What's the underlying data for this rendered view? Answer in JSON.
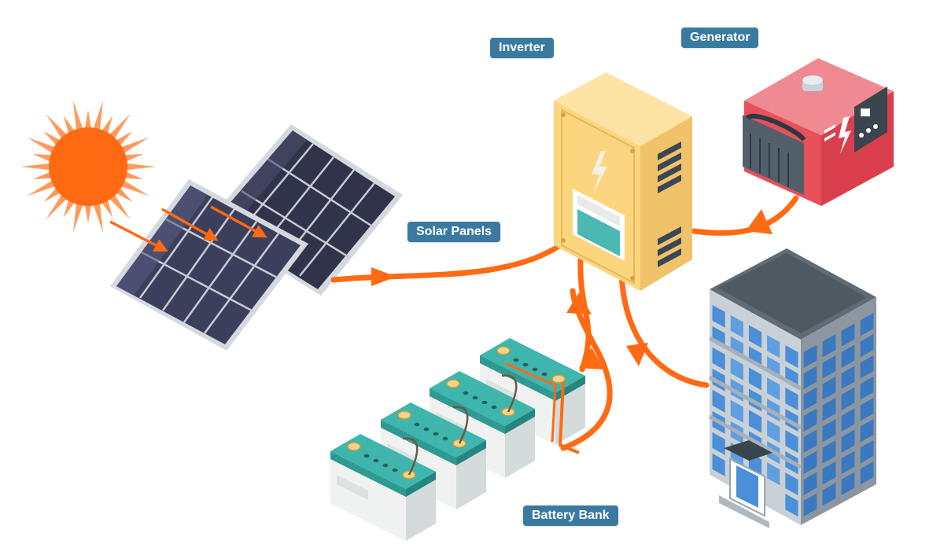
{
  "labels": {
    "inverter": "Inverter",
    "generator": "Generator",
    "solar_panels": "Solar Panels",
    "battery_bank": "Battery Bank"
  },
  "colors": {
    "flow": "#ff6a13",
    "sun": "#ff6a13",
    "sun_rays": "#ff9a5c",
    "panel_cell": "#3a3d55",
    "panel_frame": "#c8cbd3",
    "inverter_body": "#fbd67e",
    "generator_body": "#e8505b",
    "battery_body": "#f0f2f2",
    "battery_top": "#3fb6ad",
    "building": "#8c96a0",
    "building_window": "#4a8fd8",
    "label_bg": "#3a7aa0"
  },
  "icons": [
    "sun-icon",
    "solar-panels-icon",
    "inverter-icon",
    "generator-icon",
    "battery-bank-icon",
    "building-icon"
  ]
}
